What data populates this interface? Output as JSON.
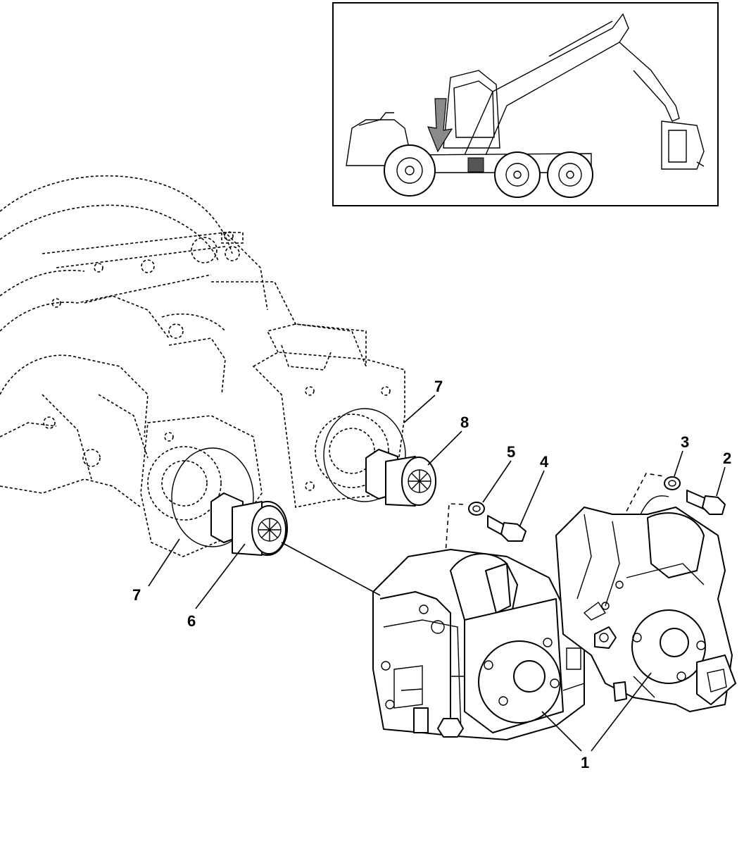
{
  "diagram": {
    "callouts": [
      "7",
      "8",
      "5",
      "4",
      "3",
      "2",
      "7",
      "6",
      "1"
    ]
  }
}
